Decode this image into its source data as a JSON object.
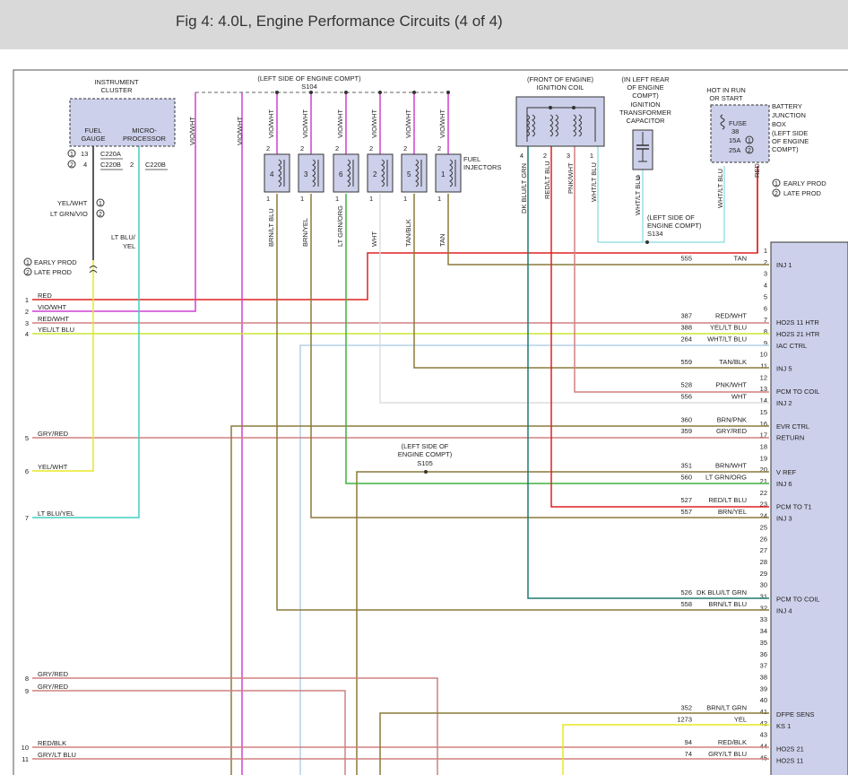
{
  "header": {
    "title": "Fig 4: 4.0L, Engine Performance Circuits (4 of 4)"
  },
  "colors": {
    "red": "#e02020",
    "violet": "#d040d0",
    "olive": "#8b7a3a",
    "pink": "#d08080",
    "yellow_green": "#c8e632",
    "lt_blue": "#9be1e6",
    "grey_blue": "#b3d1e8",
    "green": "#40b040",
    "dk_blue_green": "#1f7a70",
    "yellow": "#e8e820",
    "teal": "#40d0c0",
    "block_fill": "#cdd0ea",
    "block_stroke": "#333333"
  },
  "instrument_cluster": {
    "title": [
      "INSTRUMENT",
      "CLUSTER"
    ],
    "fuel_gauge": [
      "FUEL",
      "GAUGE"
    ],
    "micro_processor": [
      "MICRO-",
      "PROCESSOR"
    ],
    "pin_13": "13",
    "c220a": "C220A",
    "pin_4": "4",
    "c220b_1": "C220B",
    "pin_2": "2",
    "c220b_2": "C220B",
    "wire_yel_wht": "YEL/WHT",
    "wire_lt_grn_vio": "LT GRN/VIO",
    "wire_lt_blu_yel": [
      "LT BLU/",
      "YEL"
    ]
  },
  "markers": {
    "m1": "1",
    "m2": "2"
  },
  "legend_left": {
    "early": "EARLY PROD",
    "late": "LATE PROD"
  },
  "legend_right": {
    "early": "EARLY PROD",
    "late": "LATE PROD"
  },
  "s104": {
    "line1": "(LEFT SIDE OF ENGINE COMPT)",
    "line2": "S104"
  },
  "s105": {
    "line1": "(LEFT SIDE OF",
    "line2": "ENGINE COMPT)",
    "line3": "S105"
  },
  "s134": {
    "line1": "(LEFT SIDE OF",
    "line2": "ENGINE COMPT)",
    "line3": "S134"
  },
  "vio_wht": "VIO/WHT",
  "injectors": {
    "label": [
      "FUEL",
      "INJECTORS"
    ],
    "items": [
      {
        "num": "4",
        "top_pin": "2",
        "bottom_pin": "1",
        "top_wire": "VIO/WHT",
        "bottom_wire": "BRN/LT BLU"
      },
      {
        "num": "3",
        "top_pin": "2",
        "bottom_pin": "1",
        "top_wire": "VIO/WHT",
        "bottom_wire": "BRN/YEL"
      },
      {
        "num": "6",
        "top_pin": "2",
        "bottom_pin": "1",
        "top_wire": "VIO/WHT",
        "bottom_wire": "LT GRN/ORG"
      },
      {
        "num": "2",
        "top_pin": "2",
        "bottom_pin": "1",
        "top_wire": "VIO/WHT",
        "bottom_wire": "WHT"
      },
      {
        "num": "5",
        "top_pin": "2",
        "bottom_pin": "1",
        "top_wire": "VIO/WHT",
        "bottom_wire": "TAN/BLK"
      },
      {
        "num": "1",
        "top_pin": "2",
        "bottom_pin": "1",
        "top_wire": "VIO/WHT",
        "bottom_wire": "TAN"
      }
    ]
  },
  "ignition_coil": {
    "title": [
      "(FRONT OF ENGINE)",
      "IGNITION COIL"
    ],
    "pins": [
      {
        "pin": "4",
        "wire": "DK BLU/LT GRN"
      },
      {
        "pin": "2",
        "wire": "RED/LT BLU"
      },
      {
        "pin": "3",
        "wire": "PNK/WHT"
      },
      {
        "pin": "1",
        "wire": "WHT/LT BLU"
      }
    ]
  },
  "capacitor": {
    "title": [
      "(IN LEFT REAR",
      "OF ENGINE",
      "COMPT)",
      "IGNITION",
      "TRANSFORMER",
      "CAPACITOR"
    ],
    "pin": "3",
    "wire": "WHT/LT BLU"
  },
  "battery_box": {
    "hot": [
      "HOT IN RUN",
      "OR START"
    ],
    "title": [
      "BATTERY",
      "JUNCTION",
      "BOX",
      "(LEFT SIDE",
      "OF ENGINE",
      "COMPT)"
    ],
    "fuse": "FUSE",
    "fuse_num": "38",
    "amp_15": "15A",
    "amp_25": "25A",
    "wire_wht_lt_blu": "WHT/LT BLU",
    "wire_red": "RED"
  },
  "left_pins": [
    {
      "pin": "1",
      "wire": "RED"
    },
    {
      "pin": "2",
      "wire": "VIO/WHT"
    },
    {
      "pin": "3",
      "wire": "RED/WHT"
    },
    {
      "pin": "4",
      "wire": "YEL/LT BLU"
    },
    {
      "pin": "5",
      "wire": "GRY/RED"
    },
    {
      "pin": "6",
      "wire": "YEL/WHT"
    },
    {
      "pin": "7",
      "wire": "LT BLU/YEL"
    },
    {
      "pin": "8",
      "wire": "GRY/RED"
    },
    {
      "pin": "9",
      "wire": "GRY/RED"
    },
    {
      "pin": "10",
      "wire": "RED/BLK"
    },
    {
      "pin": "11",
      "wire": "GRY/LT BLU"
    }
  ],
  "pcm_pins": [
    {
      "pin": "1",
      "circuit": "",
      "wire": "",
      "func": ""
    },
    {
      "pin": "2",
      "circuit": "555",
      "wire": "TAN",
      "func": "INJ 1"
    },
    {
      "pin": "3",
      "circuit": "",
      "wire": "",
      "func": ""
    },
    {
      "pin": "4",
      "circuit": "",
      "wire": "",
      "func": ""
    },
    {
      "pin": "5",
      "circuit": "",
      "wire": "",
      "func": ""
    },
    {
      "pin": "6",
      "circuit": "",
      "wire": "",
      "func": ""
    },
    {
      "pin": "7",
      "circuit": "387",
      "wire": "RED/WHT",
      "func": "HO2S 11 HTR"
    },
    {
      "pin": "8",
      "circuit": "388",
      "wire": "YEL/LT BLU",
      "func": "HO2S 21 HTR"
    },
    {
      "pin": "9",
      "circuit": "264",
      "wire": "WHT/LT BLU",
      "func": "IAC CTRL"
    },
    {
      "pin": "10",
      "circuit": "",
      "wire": "",
      "func": ""
    },
    {
      "pin": "11",
      "circuit": "559",
      "wire": "TAN/BLK",
      "func": "INJ 5"
    },
    {
      "pin": "12",
      "circuit": "",
      "wire": "",
      "func": ""
    },
    {
      "pin": "13",
      "circuit": "528",
      "wire": "PNK/WHT",
      "func": "PCM TO COIL"
    },
    {
      "pin": "14",
      "circuit": "556",
      "wire": "WHT",
      "func": "INJ 2"
    },
    {
      "pin": "15",
      "circuit": "",
      "wire": "",
      "func": ""
    },
    {
      "pin": "16",
      "circuit": "360",
      "wire": "BRN/PNK",
      "func": "EVR CTRL"
    },
    {
      "pin": "17",
      "circuit": "359",
      "wire": "GRY/RED",
      "func": "RETURN"
    },
    {
      "pin": "18",
      "circuit": "",
      "wire": "",
      "func": ""
    },
    {
      "pin": "19",
      "circuit": "",
      "wire": "",
      "func": ""
    },
    {
      "pin": "20",
      "circuit": "351",
      "wire": "BRN/WHT",
      "func": "V REF"
    },
    {
      "pin": "21",
      "circuit": "560",
      "wire": "LT GRN/ORG",
      "func": "INJ 6"
    },
    {
      "pin": "22",
      "circuit": "",
      "wire": "",
      "func": ""
    },
    {
      "pin": "23",
      "circuit": "527",
      "wire": "RED/LT BLU",
      "func": "PCM TO T1"
    },
    {
      "pin": "24",
      "circuit": "557",
      "wire": "BRN/YEL",
      "func": "INJ 3"
    },
    {
      "pin": "25",
      "circuit": "",
      "wire": "",
      "func": ""
    },
    {
      "pin": "26",
      "circuit": "",
      "wire": "",
      "func": ""
    },
    {
      "pin": "27",
      "circuit": "",
      "wire": "",
      "func": ""
    },
    {
      "pin": "28",
      "circuit": "",
      "wire": "",
      "func": ""
    },
    {
      "pin": "29",
      "circuit": "",
      "wire": "",
      "func": ""
    },
    {
      "pin": "30",
      "circuit": "",
      "wire": "",
      "func": ""
    },
    {
      "pin": "31",
      "circuit": "526",
      "wire": "DK BLU/LT GRN",
      "func": "PCM TO COIL"
    },
    {
      "pin": "32",
      "circuit": "558",
      "wire": "BRN/LT BLU",
      "func": "INJ 4"
    },
    {
      "pin": "33",
      "circuit": "",
      "wire": "",
      "func": ""
    },
    {
      "pin": "34",
      "circuit": "",
      "wire": "",
      "func": ""
    },
    {
      "pin": "35",
      "circuit": "",
      "wire": "",
      "func": ""
    },
    {
      "pin": "36",
      "circuit": "",
      "wire": "",
      "func": ""
    },
    {
      "pin": "37",
      "circuit": "",
      "wire": "",
      "func": ""
    },
    {
      "pin": "38",
      "circuit": "",
      "wire": "",
      "func": ""
    },
    {
      "pin": "39",
      "circuit": "",
      "wire": "",
      "func": ""
    },
    {
      "pin": "40",
      "circuit": "",
      "wire": "",
      "func": ""
    },
    {
      "pin": "41",
      "circuit": "352",
      "wire": "BRN/LT GRN",
      "func": "DFPE SENS"
    },
    {
      "pin": "42",
      "circuit": "1273",
      "wire": "YEL",
      "func": "KS 1"
    },
    {
      "pin": "43",
      "circuit": "",
      "wire": "",
      "func": ""
    },
    {
      "pin": "44",
      "circuit": "94",
      "wire": "RED/BLK",
      "func": "HO2S 21"
    },
    {
      "pin": "45",
      "circuit": "74",
      "wire": "GRY/LT BLU",
      "func": "HO2S 11"
    }
  ]
}
